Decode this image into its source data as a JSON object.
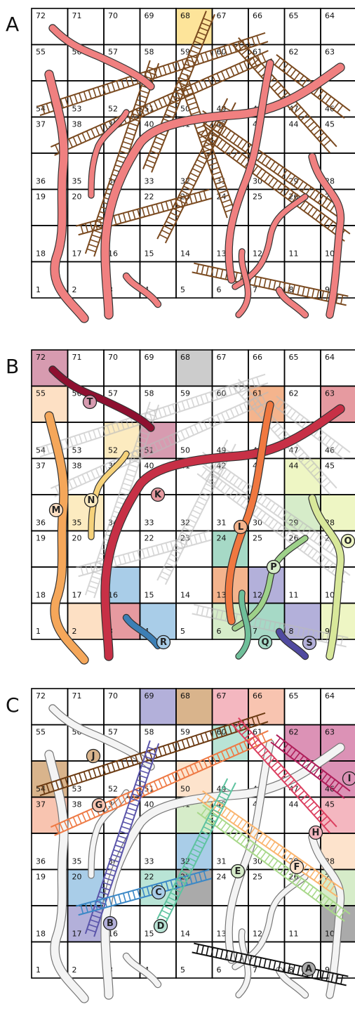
{
  "panels": [
    {
      "id": "A",
      "label": "A"
    },
    {
      "id": "B",
      "label": "B"
    },
    {
      "id": "C",
      "label": "C"
    }
  ],
  "board_rows": [
    [
      72,
      71,
      70,
      69,
      68,
      67,
      66,
      65,
      64
    ],
    [
      55,
      56,
      57,
      58,
      59,
      60,
      61,
      62,
      63
    ],
    [
      54,
      53,
      52,
      51,
      50,
      49,
      48,
      47,
      46
    ],
    [
      37,
      38,
      39,
      40,
      41,
      42,
      43,
      44,
      45
    ],
    [
      36,
      35,
      34,
      33,
      32,
      31,
      30,
      29,
      28
    ],
    [
      19,
      20,
      21,
      22,
      23,
      24,
      25,
      26,
      27
    ],
    [
      18,
      17,
      16,
      15,
      14,
      13,
      12,
      11,
      10
    ],
    [
      1,
      2,
      3,
      4,
      5,
      6,
      7,
      8,
      9
    ]
  ],
  "panelA": {
    "highlight": {
      "cell": 68,
      "color": "#fde49a"
    }
  },
  "panelB": {
    "cell_colors": [
      {
        "cell": 72,
        "color": "#d79bb0"
      },
      {
        "cell": 68,
        "color": "#cccccc"
      },
      {
        "cell": 55,
        "color": "#fde0c4"
      },
      {
        "cell": 61,
        "color": "#f4b48d"
      },
      {
        "cell": 63,
        "color": "#e69aa0"
      },
      {
        "cell": 52,
        "color": "#fcebc0"
      },
      {
        "cell": 51,
        "color": "#d79bb0"
      },
      {
        "cell": 44,
        "color": "#eef6c4"
      },
      {
        "cell": 29,
        "color": "#d6ecc9"
      },
      {
        "cell": 28,
        "color": "#eef6c4"
      },
      {
        "cell": 35,
        "color": "#fcebc0"
      },
      {
        "cell": 24,
        "color": "#a6d9c6"
      },
      {
        "cell": 13,
        "color": "#f4b48d"
      },
      {
        "cell": 12,
        "color": "#b3b0da"
      },
      {
        "cell": 16,
        "color": "#a9cde8"
      },
      {
        "cell": 2,
        "color": "#fde0c4"
      },
      {
        "cell": 3,
        "color": "#e69aa0"
      },
      {
        "cell": 4,
        "color": "#a9cde8"
      },
      {
        "cell": 6,
        "color": "#d6ecc9"
      },
      {
        "cell": 7,
        "color": "#a6d9c6"
      },
      {
        "cell": 8,
        "color": "#b3b0da"
      },
      {
        "cell": 9,
        "color": "#eef6c4"
      }
    ],
    "snake_labels": [
      {
        "label": "T",
        "color": "#d79bb0"
      },
      {
        "label": "K",
        "color": "#e69aa0"
      },
      {
        "label": "N",
        "color": "#fcebc0"
      },
      {
        "label": "M",
        "color": "#fde0c4"
      },
      {
        "label": "L",
        "color": "#f4b48d"
      },
      {
        "label": "O",
        "color": "#eef6c4"
      },
      {
        "label": "P",
        "color": "#d6ecc9"
      },
      {
        "label": "Q",
        "color": "#a6d9c6"
      },
      {
        "label": "R",
        "color": "#a9cde8"
      },
      {
        "label": "S",
        "color": "#b3b0da"
      }
    ]
  },
  "panelC": {
    "cell_colors": [
      {
        "cell": 69,
        "color": "#b3b0da"
      },
      {
        "cell": 68,
        "color": "#d9b48c"
      },
      {
        "cell": 67,
        "color": "#f4b7c0"
      },
      {
        "cell": 66,
        "color": "#f8c4b0"
      },
      {
        "cell": 60,
        "color": "#b9e4d6"
      },
      {
        "cell": 62,
        "color": "#dc92b6"
      },
      {
        "cell": 63,
        "color": "#dc92b6"
      },
      {
        "cell": 54,
        "color": "#d9b48c"
      },
      {
        "cell": 50,
        "color": "#fde3cc"
      },
      {
        "cell": 46,
        "color": "#dc92b6"
      },
      {
        "cell": 37,
        "color": "#f8c4b0"
      },
      {
        "cell": 41,
        "color": "#d6ecc9"
      },
      {
        "cell": 45,
        "color": "#f4b7c0"
      },
      {
        "cell": 28,
        "color": "#fde3cc"
      },
      {
        "cell": 32,
        "color": "#a9cde8"
      },
      {
        "cell": 20,
        "color": "#a9cde8"
      },
      {
        "cell": 22,
        "color": "#b9e4d6"
      },
      {
        "cell": 23,
        "color": "#aaaaaa"
      },
      {
        "cell": 27,
        "color": "#d6ecc9"
      },
      {
        "cell": 17,
        "color": "#b3b0da"
      },
      {
        "cell": 10,
        "color": "#aaaaaa"
      }
    ],
    "ladder_labels": [
      {
        "label": "J",
        "color": "#d9b48c"
      },
      {
        "label": "G",
        "color": "#f8c4b0"
      },
      {
        "label": "I",
        "color": "#dc92b6"
      },
      {
        "label": "H",
        "color": "#f4b7c0"
      },
      {
        "label": "F",
        "color": "#fde3cc"
      },
      {
        "label": "E",
        "color": "#d6ecc9"
      },
      {
        "label": "B",
        "color": "#b3b0da"
      },
      {
        "label": "C",
        "color": "#a9cde8"
      },
      {
        "label": "D",
        "color": "#b9e4d6"
      },
      {
        "label": "A",
        "color": "#aaaaaa"
      }
    ]
  }
}
